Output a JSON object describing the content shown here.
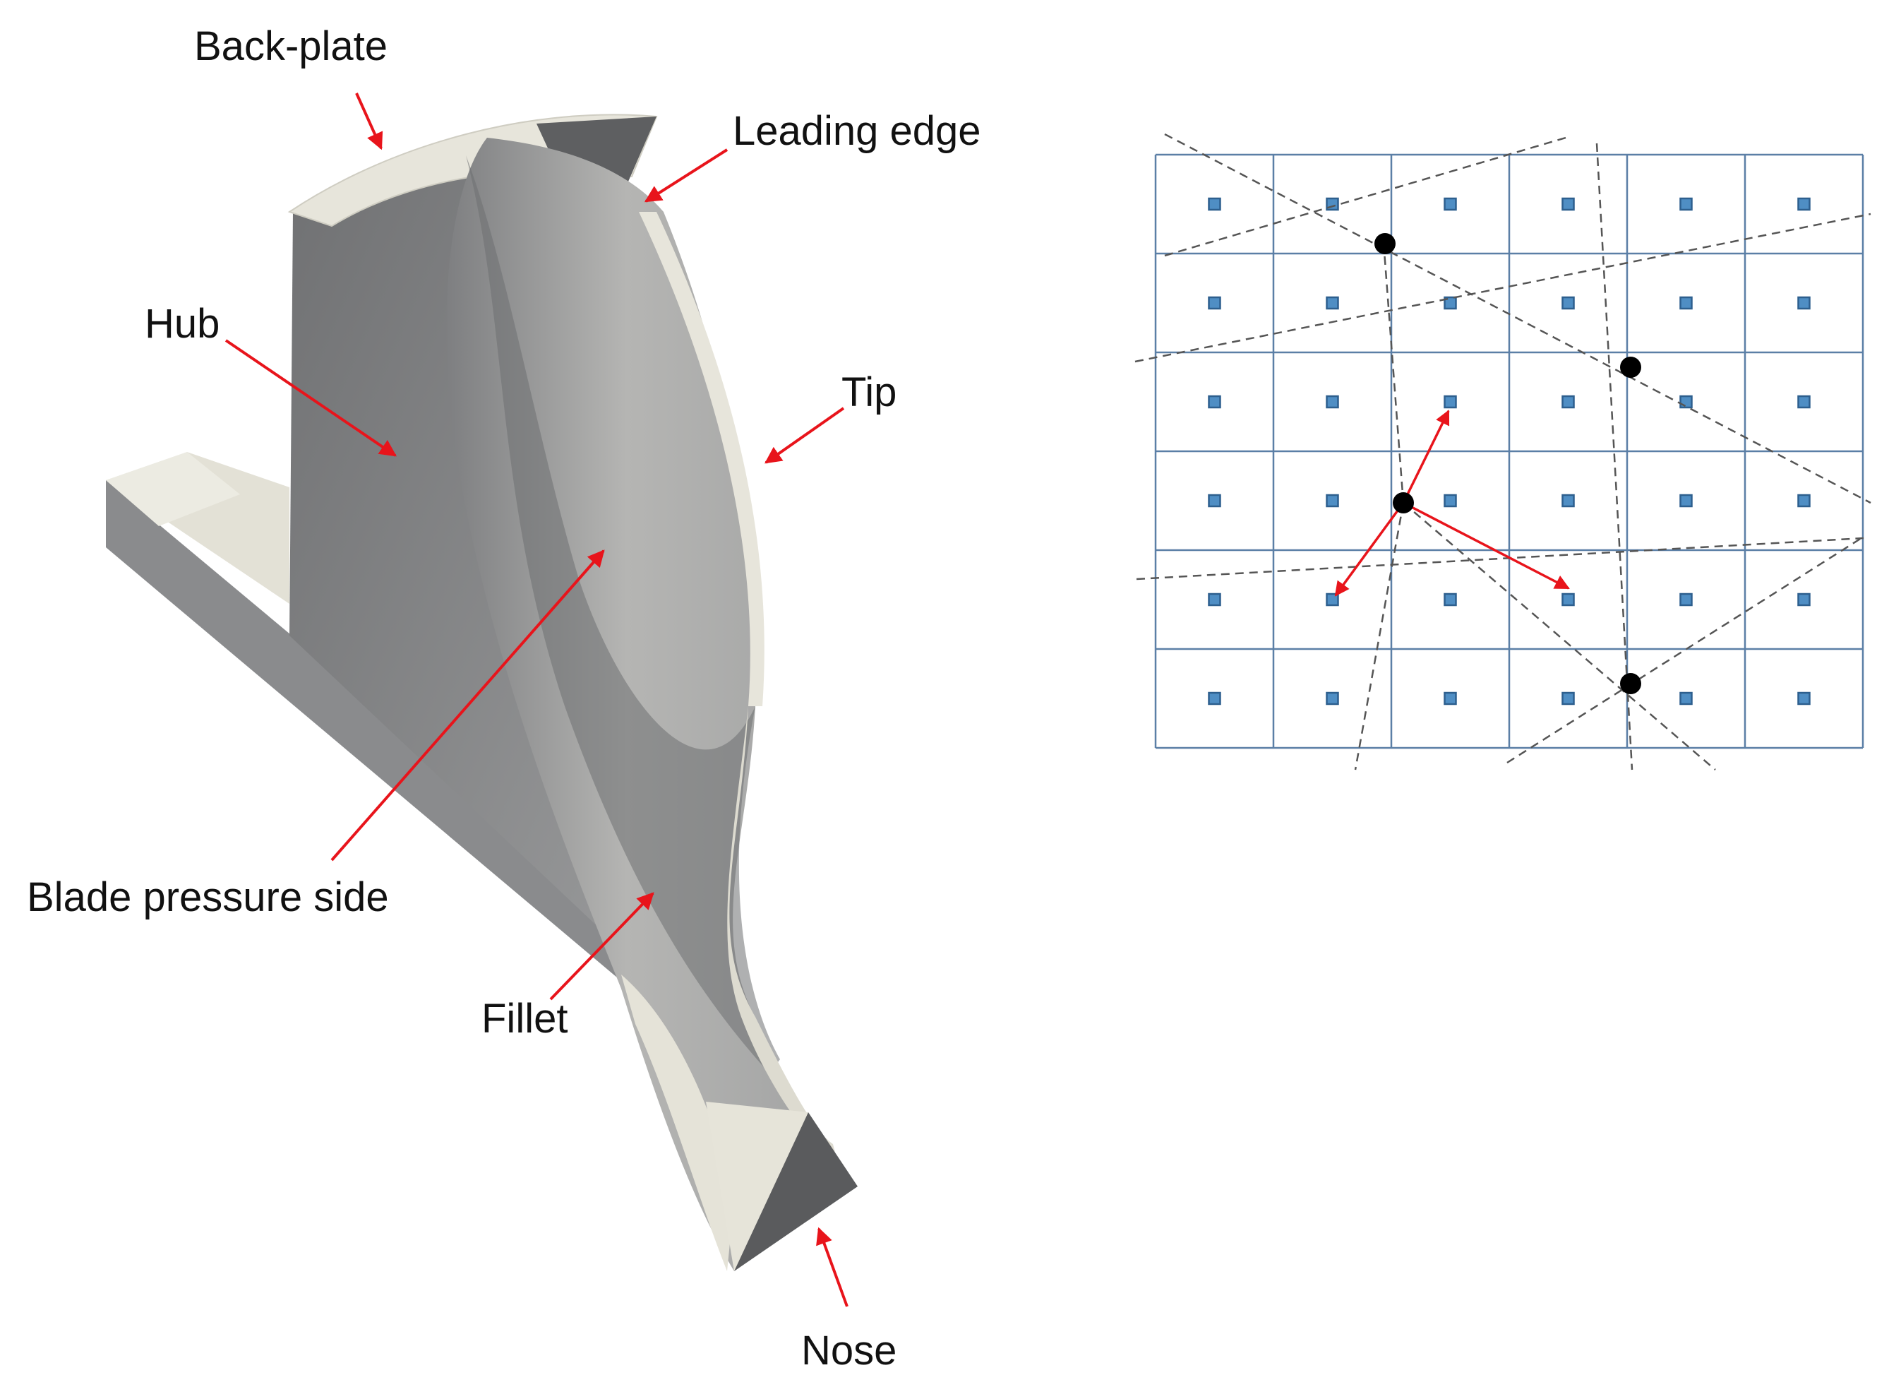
{
  "blade_labels": {
    "back_plate": "Back-plate",
    "leading_edge": "Leading edge",
    "hub": "Hub",
    "tip": "Tip",
    "blade_pressure_side": "Blade pressure side",
    "fillet": "Fillet",
    "nose": "Nose"
  },
  "grid": {
    "columns": 6,
    "rows": 6,
    "cell_centers": "small blue squares",
    "nodes": "black dots",
    "connections": "dashed lines",
    "vectors": "red arrows"
  },
  "colors": {
    "arrow": "#e8141b",
    "grid_line": "#5b7fa6",
    "cell_center_fill": "#4f8ec4",
    "cell_center_stroke": "#2d5f8e",
    "dashed_line": "#555555",
    "node": "#000000",
    "blade_light": "#e6e4da",
    "blade_gray": "#8b8c8e"
  }
}
